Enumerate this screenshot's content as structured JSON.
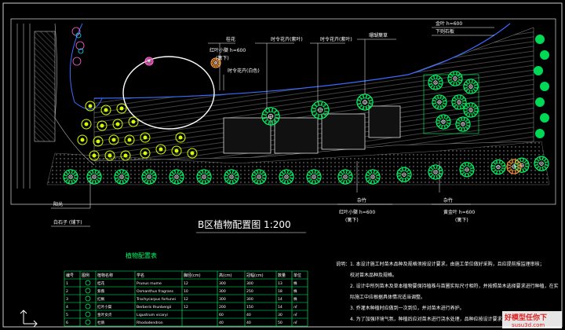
{
  "drawing": {
    "title": "B区植物配置图 1:200",
    "colors": {
      "background": "#000000",
      "frame": "#ffffff",
      "hatch": "#7a7a7a",
      "tree": "#00ff66",
      "shrub": "#d4ff00",
      "path": "#3b6bff",
      "leader": "#ffffff",
      "label": "#ffff55",
      "pink": "#ff66cc",
      "orange": "#ff9933",
      "cyan": "#00e5ff"
    },
    "labels": [
      {
        "text": "桂花",
        "key": "l1"
      },
      {
        "text": "红叶小檗 h=600",
        "key": "l2"
      },
      {
        "text": "(篱下)",
        "key": "l3"
      },
      {
        "text": "时令花卉(紫叶)",
        "key": "l4"
      },
      {
        "text": "时令花卉(紫叶)",
        "key": "l5"
      },
      {
        "text": "珊瑚葉草",
        "key": "l6"
      },
      {
        "text": "时令花卉(白色)",
        "key": "l7"
      },
      {
        "text": "金叶 h=600",
        "key": "l8"
      },
      {
        "text": "下则石板",
        "key": "l9"
      },
      {
        "text": "杂竹",
        "key": "l10"
      },
      {
        "text": "杂竹",
        "key": "l11"
      },
      {
        "text": "红叶小檗 h=600",
        "key": "l12"
      },
      {
        "text": "黄金叶 h=600",
        "key": "l13"
      },
      {
        "text": "(篱下)",
        "key": "l14"
      },
      {
        "text": "阳光",
        "key": "l15"
      },
      {
        "text": "(篱下)",
        "key": "l16"
      },
      {
        "text": "白石子 (铺下)",
        "key": "l17"
      }
    ]
  },
  "table": {
    "title": "植物配置表",
    "headers": [
      "编号",
      "图例",
      "植物名称",
      "学名",
      "胸径(cm)",
      "高(cm)",
      "冠幅(cm)",
      "数量",
      "单位"
    ],
    "rows": [
      [
        "1",
        "",
        "桂花",
        "Prunus mume",
        "12",
        "300",
        "300",
        "13",
        "株"
      ],
      [
        "2",
        "",
        "紫薇",
        "Osmanthus fragrans",
        "10",
        "300",
        "250",
        "18",
        "株"
      ],
      [
        "3",
        "",
        "红枫",
        "Trachycarpus fortunei",
        "12",
        "300",
        "300",
        "14",
        "株"
      ],
      [
        "4",
        "",
        "红叶小檗",
        "Berberis thunbergii",
        "12",
        "200",
        "150",
        "14",
        "㎡"
      ],
      [
        "5",
        "",
        "金叶女贞",
        "Ligustrum vicaryi",
        "",
        "60",
        "40",
        "30",
        "㎡"
      ],
      [
        "6",
        "",
        "杜鹃",
        "Rhododendron",
        "",
        "40",
        "40",
        "50",
        "㎡"
      ]
    ]
  },
  "notes": {
    "heading": "说明：",
    "lines": [
      "1. 本设计施工时苗木品种及规格须按设计要求，由施工单位做好采购，且应提前报监理审核；",
      "   校对苗木品种及规格。",
      "2. 设计中所列苗木及草本植物要保持植株与苗圃实际尺寸相符，并按照苗木选择要求进行种植，在实",
      "   际施工中应根据具体情况适当调整。",
      "3. 乔灌木种植时应做到一次到位，并对苗木进行养护。",
      "4. 为了加强环境气氛，种植后应对苗木进行浇水处理，品种应按设计要求。"
    ]
  },
  "watermark": {
    "line1": "好模型任你下",
    "line2": "susu3d.com"
  }
}
